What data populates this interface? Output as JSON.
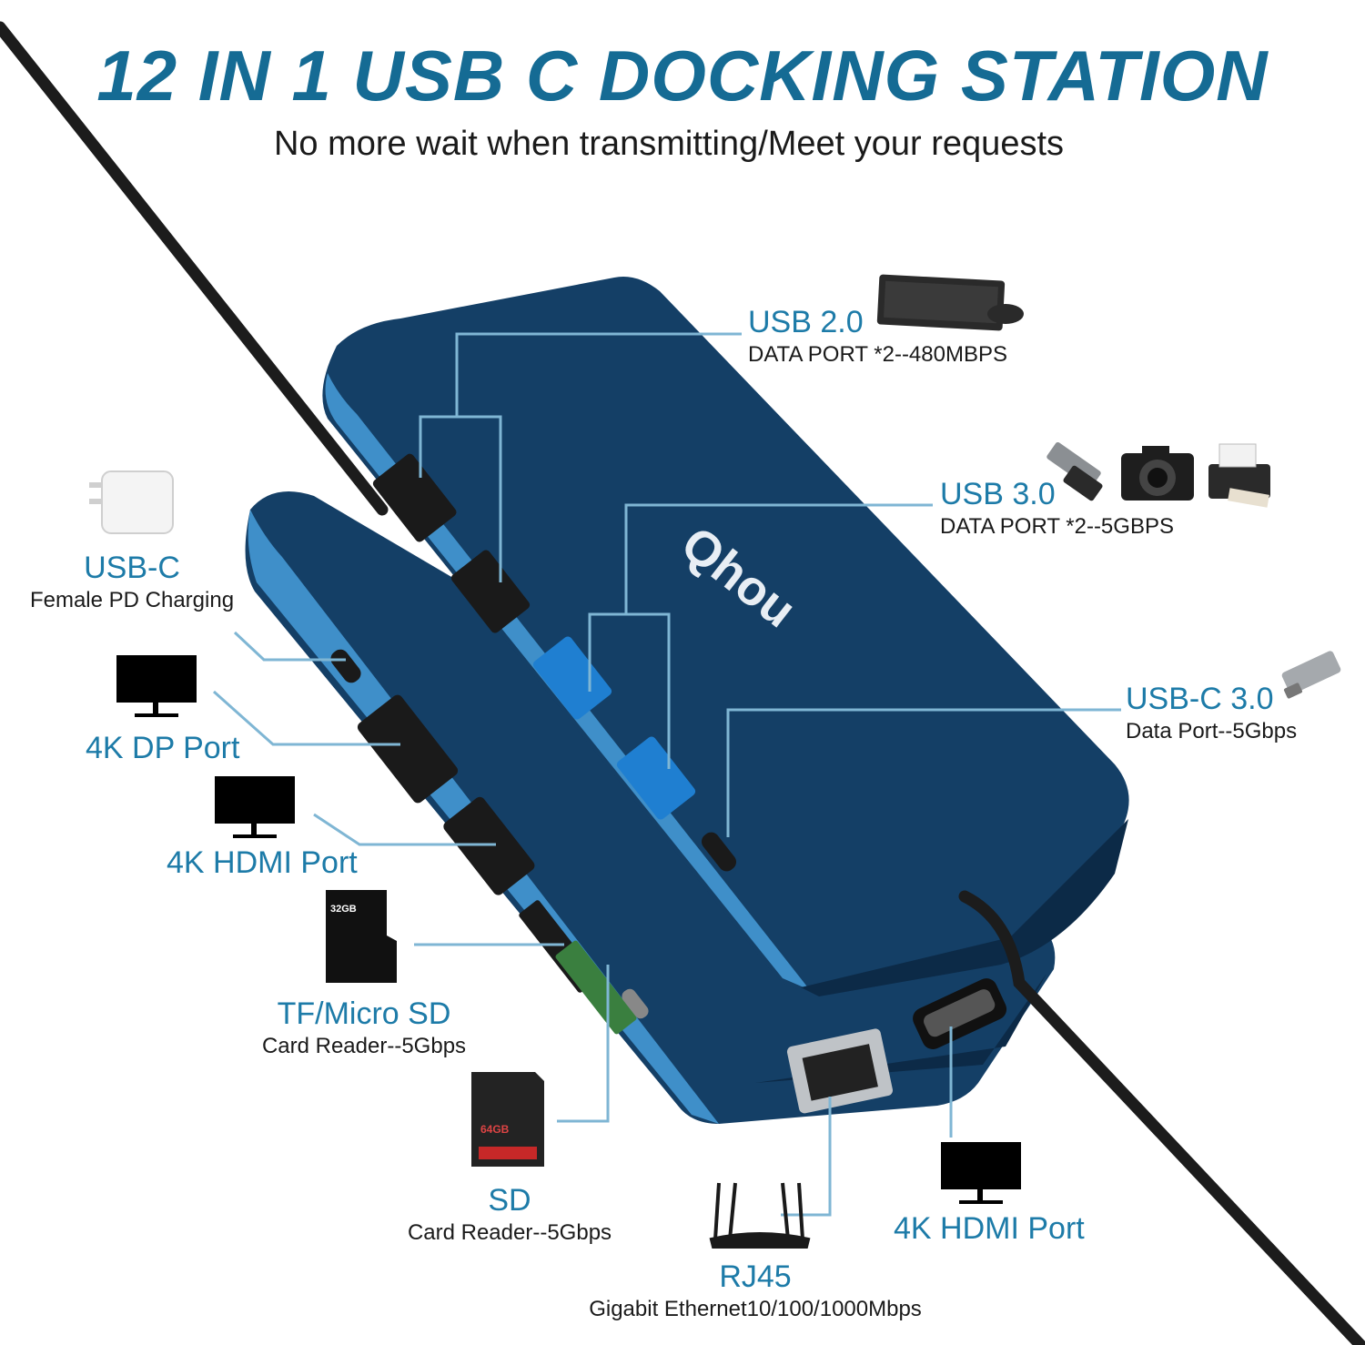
{
  "title": "12 IN 1 USB C DOCKING STATION",
  "subtitle": "No more wait when transmitting/Meet your requests",
  "brand": "Qhou",
  "colors": {
    "title": "#156b94",
    "label": "#1d7ba8",
    "body": "#123e62",
    "edge": "#3f8fc9",
    "cable": "#1c1c1c",
    "leader": "#7fb6d4"
  },
  "callouts": {
    "usb2": {
      "title": "USB 2.0",
      "detail": "DATA PORT *2--480MBPS",
      "icon": "keyboard-mouse-icon"
    },
    "usb3": {
      "title": "USB 3.0",
      "detail": "DATA PORT *2--5GBPS",
      "icons": [
        "usb-flash-drive-icon",
        "camera-icon",
        "printer-icon"
      ]
    },
    "usbc30": {
      "title": "USB-C 3.0",
      "detail": "Data Port--5Gbps",
      "icon": "usb-c-drive-icon"
    },
    "usbc_pd": {
      "title": "USB-C",
      "detail": "Female PD Charging",
      "icon": "power-adapter-icon"
    },
    "dp": {
      "title": "4K DP Port",
      "icon": "monitor-icon"
    },
    "hdmi_left": {
      "title": "4K HDMI Port",
      "icon": "monitor-icon"
    },
    "tf": {
      "title": "TF/Micro SD",
      "detail": "Card Reader--5Gbps",
      "icon": "micro-sd-card-icon",
      "card_text": "32GB"
    },
    "sd": {
      "title": "SD",
      "detail": "Card Reader--5Gbps",
      "icon": "sd-card-icon",
      "card_text": "64GB"
    },
    "rj45": {
      "title": "RJ45",
      "detail": "Gigabit Ethernet10/100/1000Mbps",
      "icon": "router-icon"
    },
    "hdmi_bottom": {
      "title": "4K HDMI Port",
      "icon": "monitor-icon"
    }
  }
}
